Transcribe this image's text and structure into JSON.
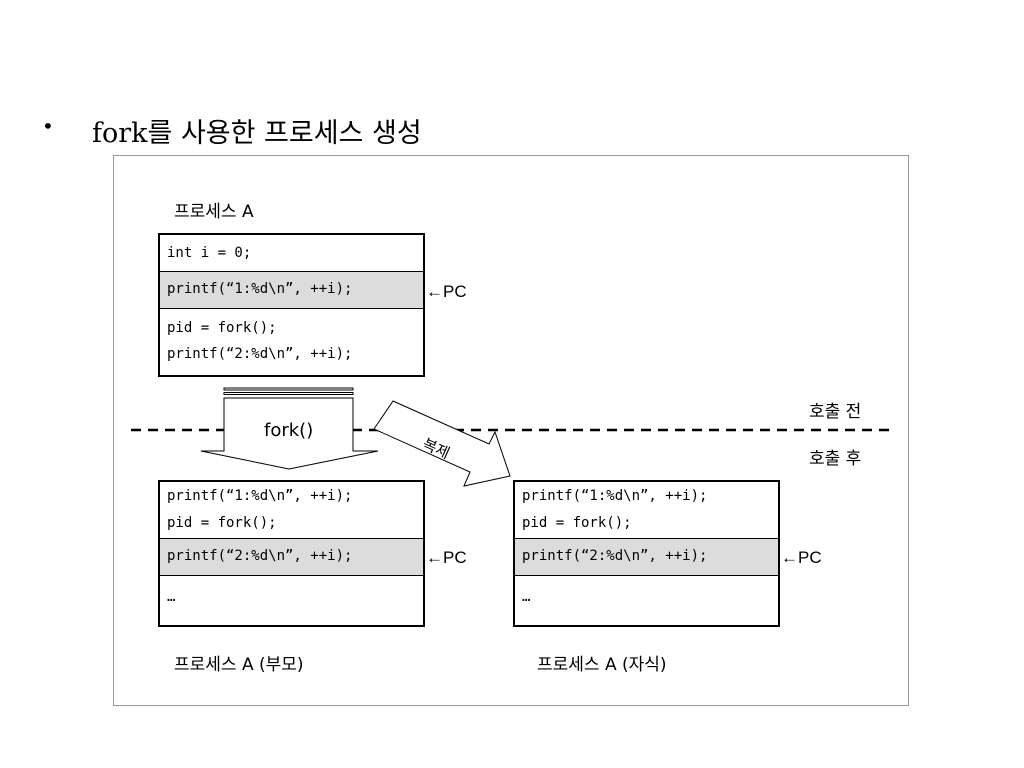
{
  "slide": {
    "bullet": "•",
    "title": "fork를 사용한 프로세스 생성"
  },
  "diagram": {
    "top_process": {
      "label": "프로세스 A",
      "lines": [
        "int i = 0;",
        "printf(“1:%d\\n”, ++i);",
        "pid = fork();",
        "printf(“2:%d\\n”, ++i);"
      ],
      "pc_label": "←PC"
    },
    "fork_arrow_label": "fork()",
    "copy_arrow_label": "복제",
    "before_call": "호출 전",
    "after_call": "호출 후",
    "parent_process": {
      "label": "프로세스 A (부모)",
      "lines": [
        "printf(“1:%d\\n”, ++i);",
        "pid = fork();",
        "printf(“2:%d\\n”, ++i);",
        "…"
      ],
      "pc_label": "←PC"
    },
    "child_process": {
      "label": "프로세스 A (자식)",
      "lines": [
        "printf(“1:%d\\n”, ++i);",
        "pid = fork();",
        "printf(“2:%d\\n”, ++i);",
        "…"
      ],
      "pc_label": "←PC"
    }
  }
}
